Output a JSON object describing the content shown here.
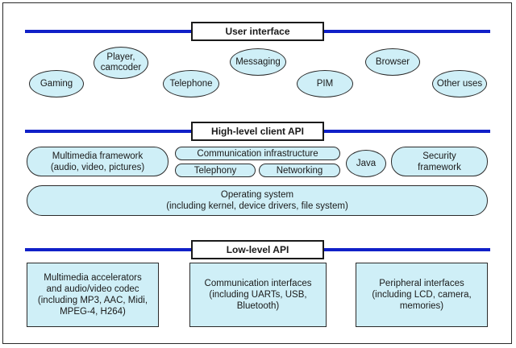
{
  "layers": {
    "user_interface": "User interface",
    "high_level_api": "High-level client API",
    "low_level_api": "Low-level API"
  },
  "applications": {
    "gaming": "Gaming",
    "player": "Player,\ncamcoder",
    "telephone": "Telephone",
    "messaging": "Messaging",
    "pim": "PIM",
    "browser": "Browser",
    "other": "Other uses"
  },
  "middleware": {
    "multimedia": "Multimedia framework\n(audio, video, pictures)",
    "communication": "Communication infrastructure",
    "telephony": "Telephony",
    "networking": "Networking",
    "java": "Java",
    "security": "Security\nframework",
    "os": "Operating system\n(including kernel, device drivers, file system)"
  },
  "hardware": {
    "multimedia_accel": "Multimedia accelerators\nand audio/video codec\n(including MP3, AAC, Midi,\nMPEG-4, H264)",
    "comm_interfaces": "Communication interfaces\n(including UARTs, USB,\nBluetooth)",
    "peripheral": "Peripheral interfaces\n(including LCD, camera,\nmemories)"
  }
}
